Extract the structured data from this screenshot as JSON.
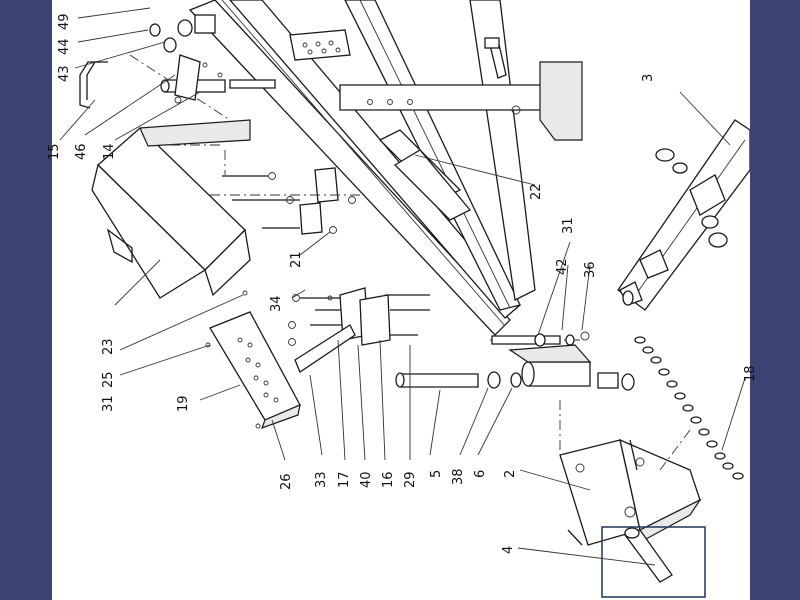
{
  "colors": {
    "frame": "#3a4373",
    "sheet": "#ffffff",
    "ink": "#1a1a1a",
    "highlight_box": "#2b3f63"
  },
  "callouts": [
    {
      "id": "c49",
      "text": "49"
    },
    {
      "id": "c44",
      "text": "44"
    },
    {
      "id": "c43",
      "text": "43"
    },
    {
      "id": "c15",
      "text": "15"
    },
    {
      "id": "c46",
      "text": "46"
    },
    {
      "id": "c14",
      "text": "14"
    },
    {
      "id": "c3",
      "text": "3"
    },
    {
      "id": "c22",
      "text": "22"
    },
    {
      "id": "c31a",
      "text": "31"
    },
    {
      "id": "c42",
      "text": "42"
    },
    {
      "id": "c36",
      "text": "36"
    },
    {
      "id": "c21",
      "text": "21"
    },
    {
      "id": "c23",
      "text": "23"
    },
    {
      "id": "c34",
      "text": "34"
    },
    {
      "id": "c25",
      "text": "25"
    },
    {
      "id": "c31b",
      "text": "31"
    },
    {
      "id": "c19",
      "text": "19"
    },
    {
      "id": "c26",
      "text": "26"
    },
    {
      "id": "c33",
      "text": "33"
    },
    {
      "id": "c17",
      "text": "17"
    },
    {
      "id": "c40",
      "text": "40"
    },
    {
      "id": "c16",
      "text": "16"
    },
    {
      "id": "c29",
      "text": "29"
    },
    {
      "id": "c5",
      "text": "5"
    },
    {
      "id": "c38",
      "text": "38"
    },
    {
      "id": "c6",
      "text": "6"
    },
    {
      "id": "c2",
      "text": "2"
    },
    {
      "id": "c4",
      "text": "4"
    },
    {
      "id": "c18",
      "text": "18"
    }
  ]
}
